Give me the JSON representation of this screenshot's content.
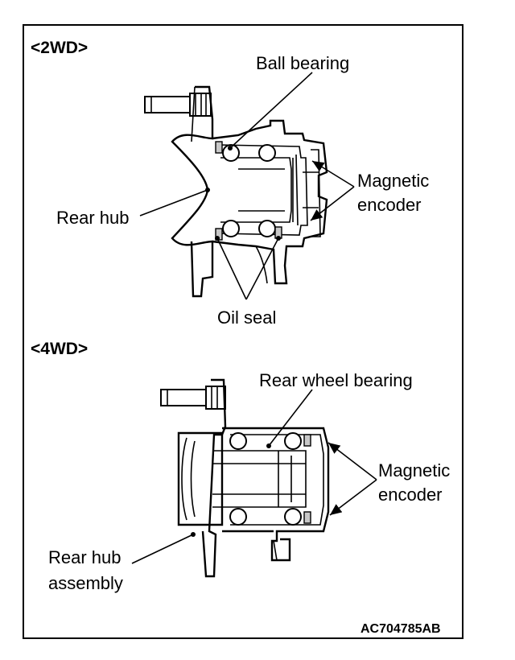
{
  "sections": {
    "top_header": "<2WD>",
    "bottom_header": "<4WD>"
  },
  "labels_2wd": {
    "ball_bearing": "Ball bearing",
    "rear_hub": "Rear hub",
    "magnetic_line1": "Magnetic",
    "magnetic_line2": "encoder",
    "oil_seal": "Oil seal"
  },
  "labels_4wd": {
    "rear_wheel_bearing": "Rear wheel bearing",
    "magnetic_line1": "Magnetic",
    "magnetic_line2": "encoder",
    "hub_assembly_line1": "Rear hub",
    "hub_assembly_line2": "assembly"
  },
  "figure_code": "AC704785AB",
  "colors": {
    "ink": "#000000",
    "shade": "#c8c8c8",
    "paper": "#ffffff"
  }
}
